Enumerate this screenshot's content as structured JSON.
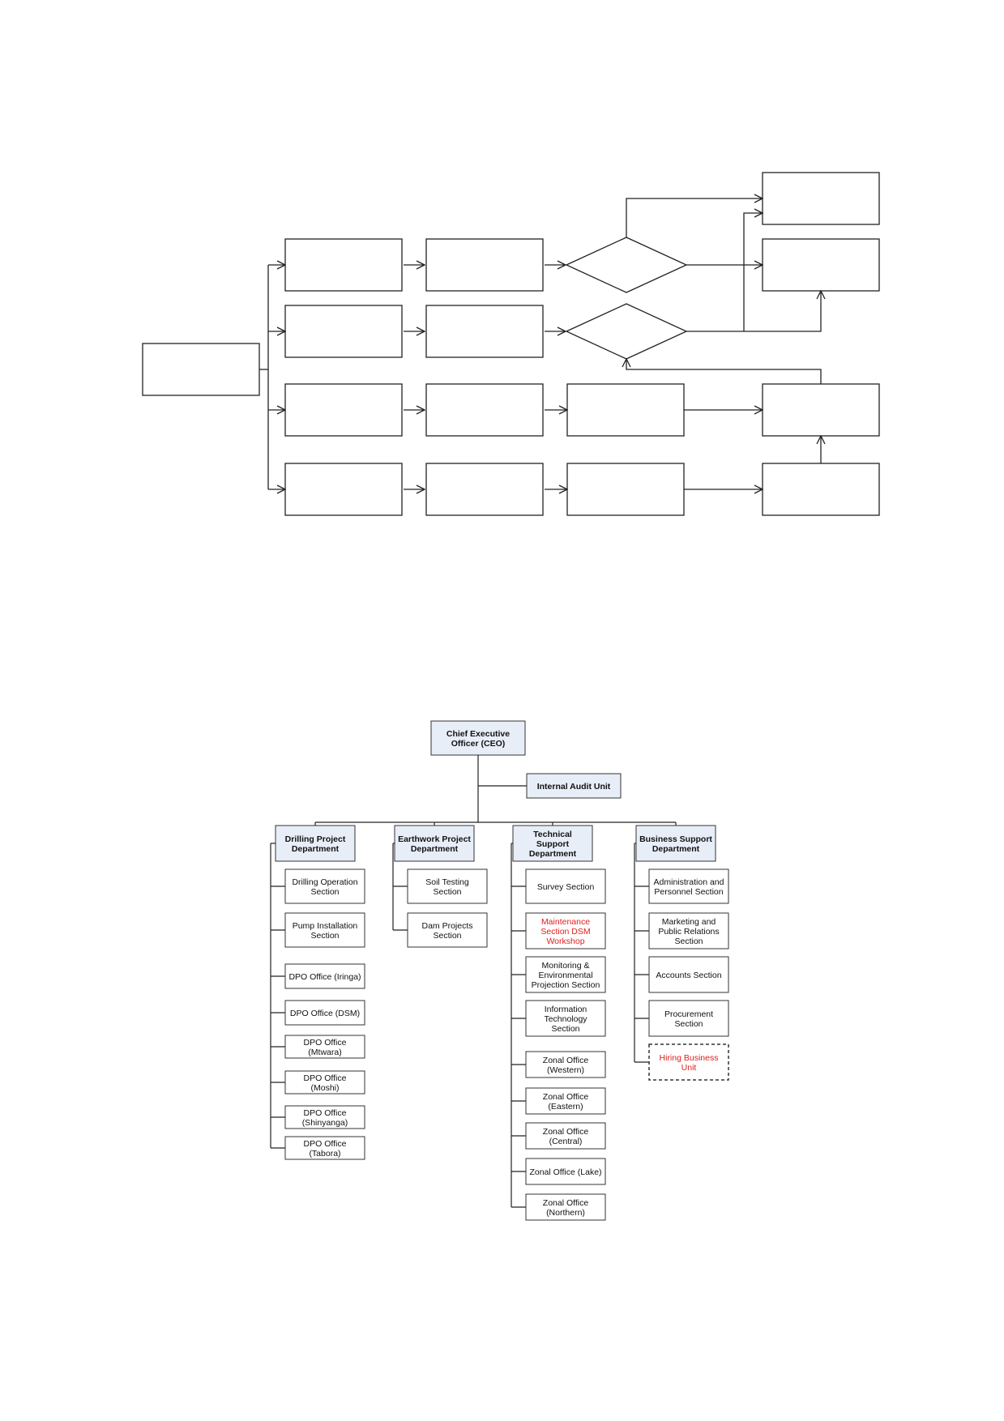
{
  "flow_diagram": {
    "boxes": [
      {
        "id": "start",
        "label": ""
      },
      {
        "id": "r1c1",
        "label": ""
      },
      {
        "id": "r1c2",
        "label": ""
      },
      {
        "id": "r2c1",
        "label": ""
      },
      {
        "id": "r2c2",
        "label": ""
      },
      {
        "id": "r3c1",
        "label": ""
      },
      {
        "id": "r3c2",
        "label": ""
      },
      {
        "id": "r3c3",
        "label": ""
      },
      {
        "id": "r4c1",
        "label": ""
      },
      {
        "id": "r4c2",
        "label": ""
      },
      {
        "id": "r4c3",
        "label": ""
      },
      {
        "id": "out1",
        "label": ""
      },
      {
        "id": "out2",
        "label": ""
      },
      {
        "id": "out3",
        "label": ""
      },
      {
        "id": "out4",
        "label": ""
      }
    ],
    "decisions": [
      {
        "id": "d1",
        "label": ""
      },
      {
        "id": "d2",
        "label": ""
      }
    ]
  },
  "org_chart": {
    "colors": {
      "header_fill": "#e8eef8",
      "highlight_text": "#e0201c",
      "line": "#222222"
    },
    "ceo": {
      "lines": [
        "Chief Executive",
        "Officer (CEO)"
      ]
    },
    "audit": {
      "lines": [
        "Internal Audit Unit"
      ]
    },
    "departments": [
      {
        "id": "drilling",
        "lines": [
          "Drilling Project",
          "Department"
        ],
        "children": [
          {
            "lines": [
              "Drilling Operation",
              "Section"
            ],
            "highlight": false
          },
          {
            "lines": [
              "Pump Installation",
              "Section"
            ],
            "highlight": false
          },
          {
            "lines": [
              "DPO Office (Iringa)"
            ],
            "highlight": false
          },
          {
            "lines": [
              "DPO Office (DSM)"
            ],
            "highlight": false
          },
          {
            "lines": [
              "DPO Office",
              "(Mtwara)"
            ],
            "highlight": false
          },
          {
            "lines": [
              "DPO Office",
              "(Moshi)"
            ],
            "highlight": false
          },
          {
            "lines": [
              "DPO Office",
              "(Shinyanga)"
            ],
            "highlight": false
          },
          {
            "lines": [
              "DPO Office",
              "(Tabora)"
            ],
            "highlight": false
          }
        ]
      },
      {
        "id": "earthwork",
        "lines": [
          "Earthwork Project",
          "Department"
        ],
        "children": [
          {
            "lines": [
              "Soil Testing",
              "Section"
            ],
            "highlight": false
          },
          {
            "lines": [
              "Dam Projects",
              "Section"
            ],
            "highlight": false
          }
        ]
      },
      {
        "id": "technical",
        "lines": [
          "Technical",
          "Support",
          "Department"
        ],
        "children": [
          {
            "lines": [
              "Survey Section"
            ],
            "highlight": false
          },
          {
            "lines": [
              "Maintenance",
              "Section DSM",
              "Workshop"
            ],
            "highlight": true
          },
          {
            "lines": [
              "Monitoring &",
              "Environmental",
              "Projection Section"
            ],
            "highlight": false
          },
          {
            "lines": [
              "Information",
              "Technology",
              "Section"
            ],
            "highlight": false
          },
          {
            "lines": [
              "Zonal Office",
              "(Western)"
            ],
            "highlight": false
          },
          {
            "lines": [
              "Zonal Office",
              "(Eastern)"
            ],
            "highlight": false
          },
          {
            "lines": [
              "Zonal Office",
              "(Central)"
            ],
            "highlight": false
          },
          {
            "lines": [
              "Zonal Office (Lake)"
            ],
            "highlight": false
          },
          {
            "lines": [
              "Zonal Office",
              "(Northern)"
            ],
            "highlight": false
          }
        ]
      },
      {
        "id": "business",
        "lines": [
          "Business Support",
          "Department"
        ],
        "children": [
          {
            "lines": [
              "Administration and",
              "Personnel Section"
            ],
            "highlight": false
          },
          {
            "lines": [
              "Marketing and",
              "Public Relations",
              "Section"
            ],
            "highlight": false
          },
          {
            "lines": [
              "Accounts Section"
            ],
            "highlight": false
          },
          {
            "lines": [
              "Procurement",
              "Section"
            ],
            "highlight": false
          },
          {
            "lines": [
              "Hiring Business",
              "Unit"
            ],
            "highlight": true,
            "dashed": true
          }
        ]
      }
    ]
  }
}
